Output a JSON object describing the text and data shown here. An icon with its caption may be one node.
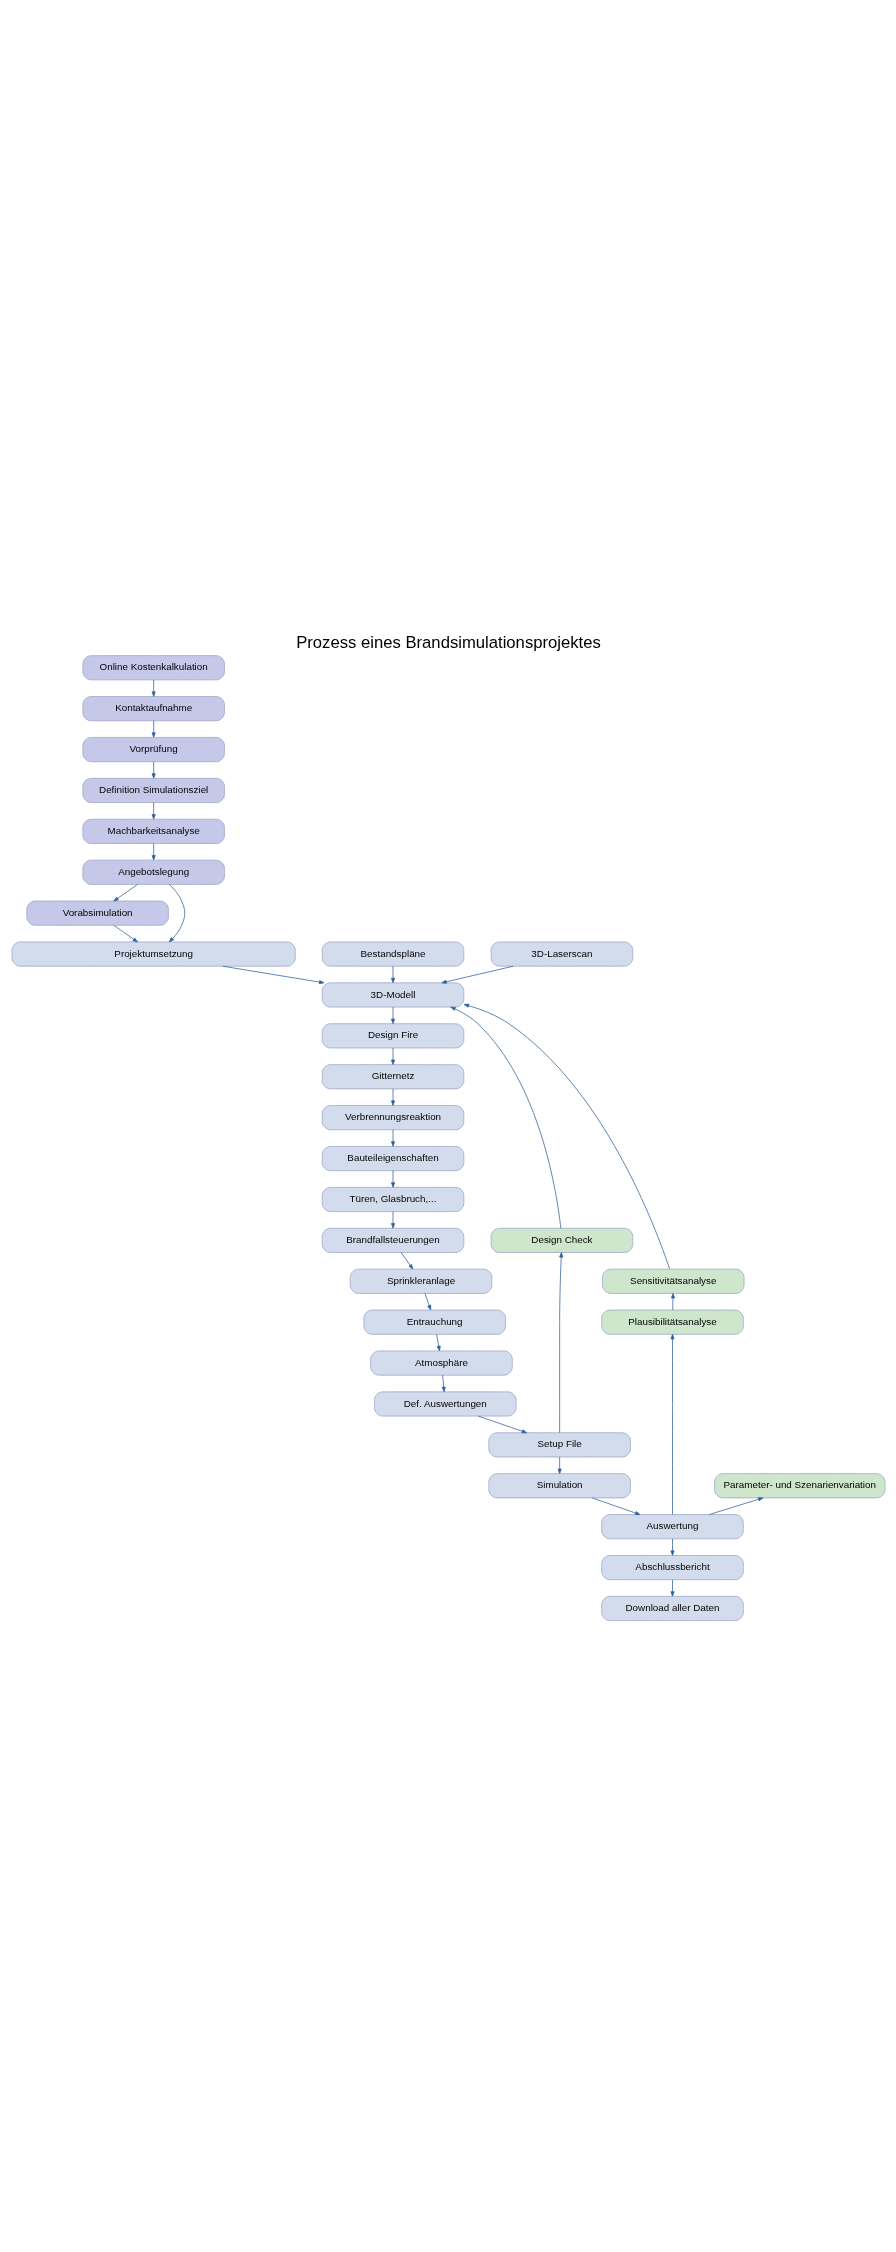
{
  "diagram": {
    "title": "Prozess eines Brandsimulationsprojektes",
    "nodes": [
      {
        "text": [
          "Online Kostenkalkulation"
        ]
      },
      {
        "text": [
          "Kontaktaufnahme"
        ]
      },
      {
        "text": [
          "Vorprüfung"
        ]
      },
      {
        "text": [
          "Definition Simulationsziel"
        ]
      },
      {
        "text": [
          "Machbarkeitsanalyse"
        ]
      },
      {
        "text": [
          "Angebotslegung"
        ]
      },
      {
        "text": [
          "Vorabsimulation"
        ]
      },
      {
        "text": [
          "Projektumsetzung"
        ]
      },
      {
        "text": [
          "Bestandspläne"
        ]
      },
      {
        "text": [
          "3D-Laserscan"
        ]
      },
      {
        "text": [
          "3D-Modell"
        ]
      },
      {
        "text": [
          "Design Fire"
        ]
      },
      {
        "text": [
          "Gitternetz"
        ]
      },
      {
        "text": [
          "Verbrennungsreaktion"
        ]
      },
      {
        "text": [
          "Bauteileigenschaften"
        ]
      },
      {
        "text": [
          "Türen, Glasbruch,..."
        ]
      },
      {
        "text": [
          "Design Check"
        ]
      },
      {
        "text": [
          "Brandfallsteuerungen"
        ]
      },
      {
        "text": [
          "Sensitivitätsanalyse"
        ]
      },
      {
        "text": [
          "Sprinkleranlage"
        ]
      },
      {
        "text": [
          "Plausibilitätsanalyse"
        ]
      },
      {
        "text": [
          "Entrauchung"
        ]
      },
      {
        "text": [
          "Atmosphäre"
        ]
      },
      {
        "text": [
          "Def. Auswertungen"
        ]
      },
      {
        "text": [
          "Setup File"
        ]
      },
      {
        "text": [
          "Parameter- und Szenarienvariation"
        ]
      },
      {
        "text": [
          "Simulation"
        ]
      },
      {
        "text": [
          "Auswertung"
        ]
      },
      {
        "text": [
          "Abschlussbericht"
        ]
      },
      {
        "text": [
          "Download aller Daten"
        ]
      }
    ],
    "edges": [
      {
        "from": 0,
        "to": 1,
        "arrow": "to"
      },
      {
        "from": 1,
        "to": 2,
        "arrow": "to"
      },
      {
        "from": 2,
        "to": 3,
        "arrow": "to"
      },
      {
        "from": 3,
        "to": 4,
        "arrow": "to"
      },
      {
        "from": 4,
        "to": 5,
        "arrow": "to"
      },
      {
        "from": 5,
        "to": 6,
        "arrow": "to"
      },
      {
        "from": 5,
        "to": 7,
        "arrow": "to"
      },
      {
        "from": 6,
        "to": 7,
        "arrow": "to"
      },
      {
        "from": 7,
        "to": 10,
        "arrow": "to"
      },
      {
        "from": 8,
        "to": 10,
        "arrow": "to"
      },
      {
        "from": 9,
        "to": 10,
        "arrow": "to"
      },
      {
        "from": 10,
        "to": 11,
        "arrow": "to"
      },
      {
        "from": 11,
        "to": 12,
        "arrow": "to"
      },
      {
        "from": 12,
        "to": 13,
        "arrow": "to"
      },
      {
        "from": 13,
        "to": 14,
        "arrow": "to"
      },
      {
        "from": 14,
        "to": 15,
        "arrow": "to"
      },
      {
        "from": 15,
        "to": 17,
        "arrow": "to"
      },
      {
        "from": 17,
        "to": 19,
        "arrow": "to"
      },
      {
        "from": 19,
        "to": 21,
        "arrow": "to"
      },
      {
        "from": 21,
        "to": 22,
        "arrow": "to"
      },
      {
        "from": 22,
        "to": 23,
        "arrow": "to"
      },
      {
        "from": 23,
        "to": 24,
        "arrow": "to"
      },
      {
        "from": 24,
        "to": 26,
        "arrow": "to"
      },
      {
        "from": 26,
        "to": 27,
        "arrow": "to"
      },
      {
        "from": 27,
        "to": 28,
        "arrow": "to"
      },
      {
        "from": 28,
        "to": 29,
        "arrow": "to"
      },
      {
        "from": 24,
        "to": 16,
        "arrow": "to"
      },
      {
        "from": 16,
        "to": 10,
        "arrow": "to"
      },
      {
        "from": 27,
        "to": 25,
        "arrow": "to"
      },
      {
        "from": 27,
        "to": 20,
        "arrow": "to"
      },
      {
        "from": 20,
        "to": 18,
        "arrow": "to"
      },
      {
        "from": 18,
        "to": 10,
        "arrow": "to"
      }
    ]
  }
}
